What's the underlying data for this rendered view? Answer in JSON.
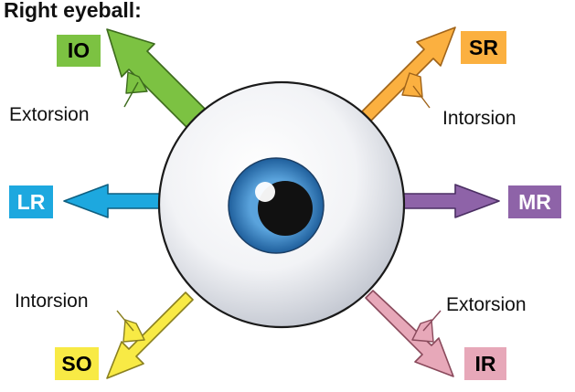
{
  "title": "Right eyeball:",
  "muscles": {
    "io": {
      "label": "IO",
      "color": "#7cc242"
    },
    "sr": {
      "label": "SR",
      "color": "#fbb040"
    },
    "lr": {
      "label": "LR",
      "color": "#1da8df",
      "text_color": "#ffffff"
    },
    "mr": {
      "label": "MR",
      "color": "#8e63a8",
      "text_color": "#ffffff"
    },
    "so": {
      "label": "SO",
      "color": "#f8ea45"
    },
    "ir": {
      "label": "IR",
      "color": "#e7a8b9"
    }
  },
  "labels": {
    "io_secondary": "Extorsion",
    "sr_secondary": "Intorsion",
    "so_secondary": "Intorsion",
    "ir_secondary": "Extorsion"
  },
  "eye": {
    "iris_color": "#2f7ec2",
    "pupil_color": "#111111"
  }
}
